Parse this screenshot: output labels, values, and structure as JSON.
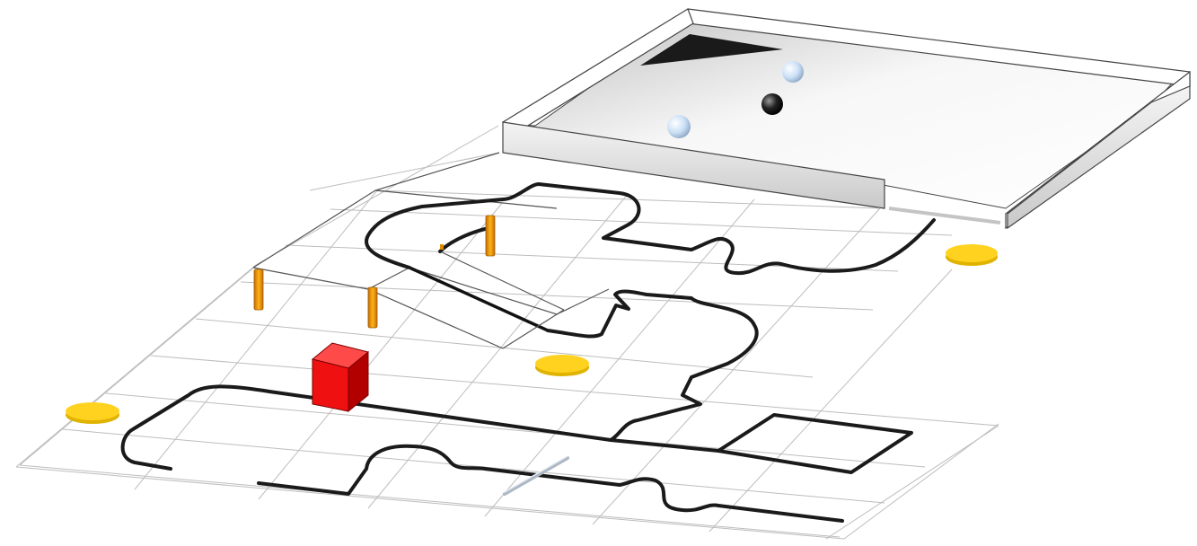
{
  "scene": {
    "colors": {
      "background": "#ffffff",
      "grid": "#bdbdbd",
      "track": "#1a1a1a",
      "box": "#e11010",
      "disc": "#ffd21f",
      "post": "#f0a000",
      "ball_silver": "#c9dff5",
      "ball_black": "#111111",
      "evac_zone": "#1a1a1a"
    },
    "objects": {
      "red_cube": "obstacle-cube",
      "yellow_discs": 3,
      "orange_posts": 4,
      "silver_balls": 2,
      "black_balls": 1
    }
  }
}
